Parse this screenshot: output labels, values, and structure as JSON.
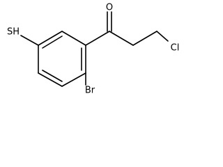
{
  "structure": {
    "atoms": {
      "oxygen": "O",
      "thiol": "SH",
      "chlorine": "Cl",
      "bromine": "Br"
    },
    "bond_color": "#000000",
    "label_color": "#000000",
    "background": "#ffffff"
  }
}
